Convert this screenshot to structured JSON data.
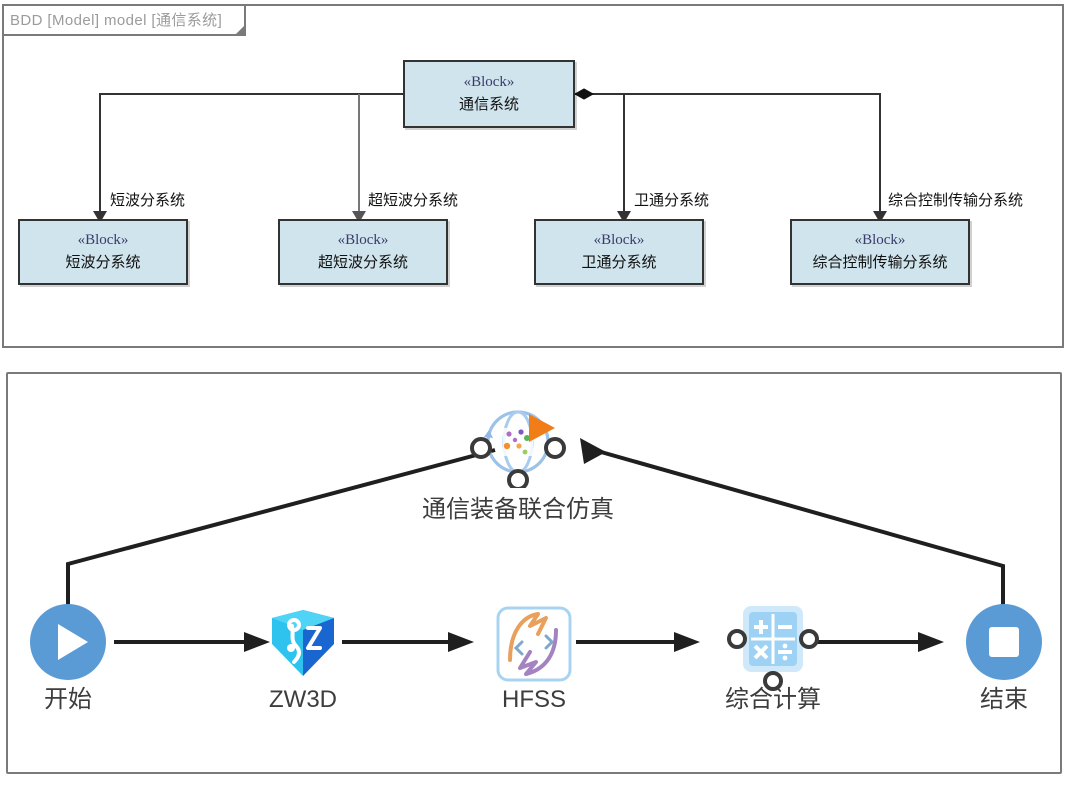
{
  "bdd": {
    "frame_label": "BDD [Model] model [通信系统]",
    "root_block": {
      "stereotype": "«Block»",
      "name": "通信系统"
    },
    "children": [
      {
        "stereotype": "«Block»",
        "name": "短波分系统",
        "edge_label": "短波分系统"
      },
      {
        "stereotype": "«Block»",
        "name": "超短波分系统",
        "edge_label": "超短波分系统"
      },
      {
        "stereotype": "«Block»",
        "name": "卫通分系统",
        "edge_label": "卫通分系统"
      },
      {
        "stereotype": "«Block»",
        "name": "综合控制传输分系统",
        "edge_label": "综合控制传输分系统"
      }
    ],
    "colors": {
      "block_fill": "#cfe4ec",
      "block_border": "#333333",
      "frame_border": "#7a7a7a",
      "frame_label_text": "#9b9b9b",
      "stereotype_text": "#3b3b6b"
    }
  },
  "workflow": {
    "center_node": {
      "label": "通信装备联合仿真",
      "icon": "joint-simulation-icon"
    },
    "nodes": [
      {
        "label": "开始",
        "icon": "play-circle-icon"
      },
      {
        "label": "ZW3D",
        "icon": "zw3d-icon"
      },
      {
        "label": "HFSS",
        "icon": "hfss-icon"
      },
      {
        "label": "综合计算",
        "icon": "calculator-icon"
      },
      {
        "label": "结束",
        "icon": "stop-circle-icon"
      }
    ],
    "colors": {
      "node_blue": "#5b9bd5",
      "connector": "#1f1f1f",
      "calc_blue": "#b7dcf5",
      "hfss_orange": "#e8a05c",
      "hfss_purple": "#a383c0",
      "zw3d_cyan": "#2ec3ee",
      "zw3d_blue": "#1a66d0",
      "sim_orange": "#f07d18",
      "sim_blue": "#8fb8e8",
      "panel_border": "#7a7a7a"
    }
  }
}
